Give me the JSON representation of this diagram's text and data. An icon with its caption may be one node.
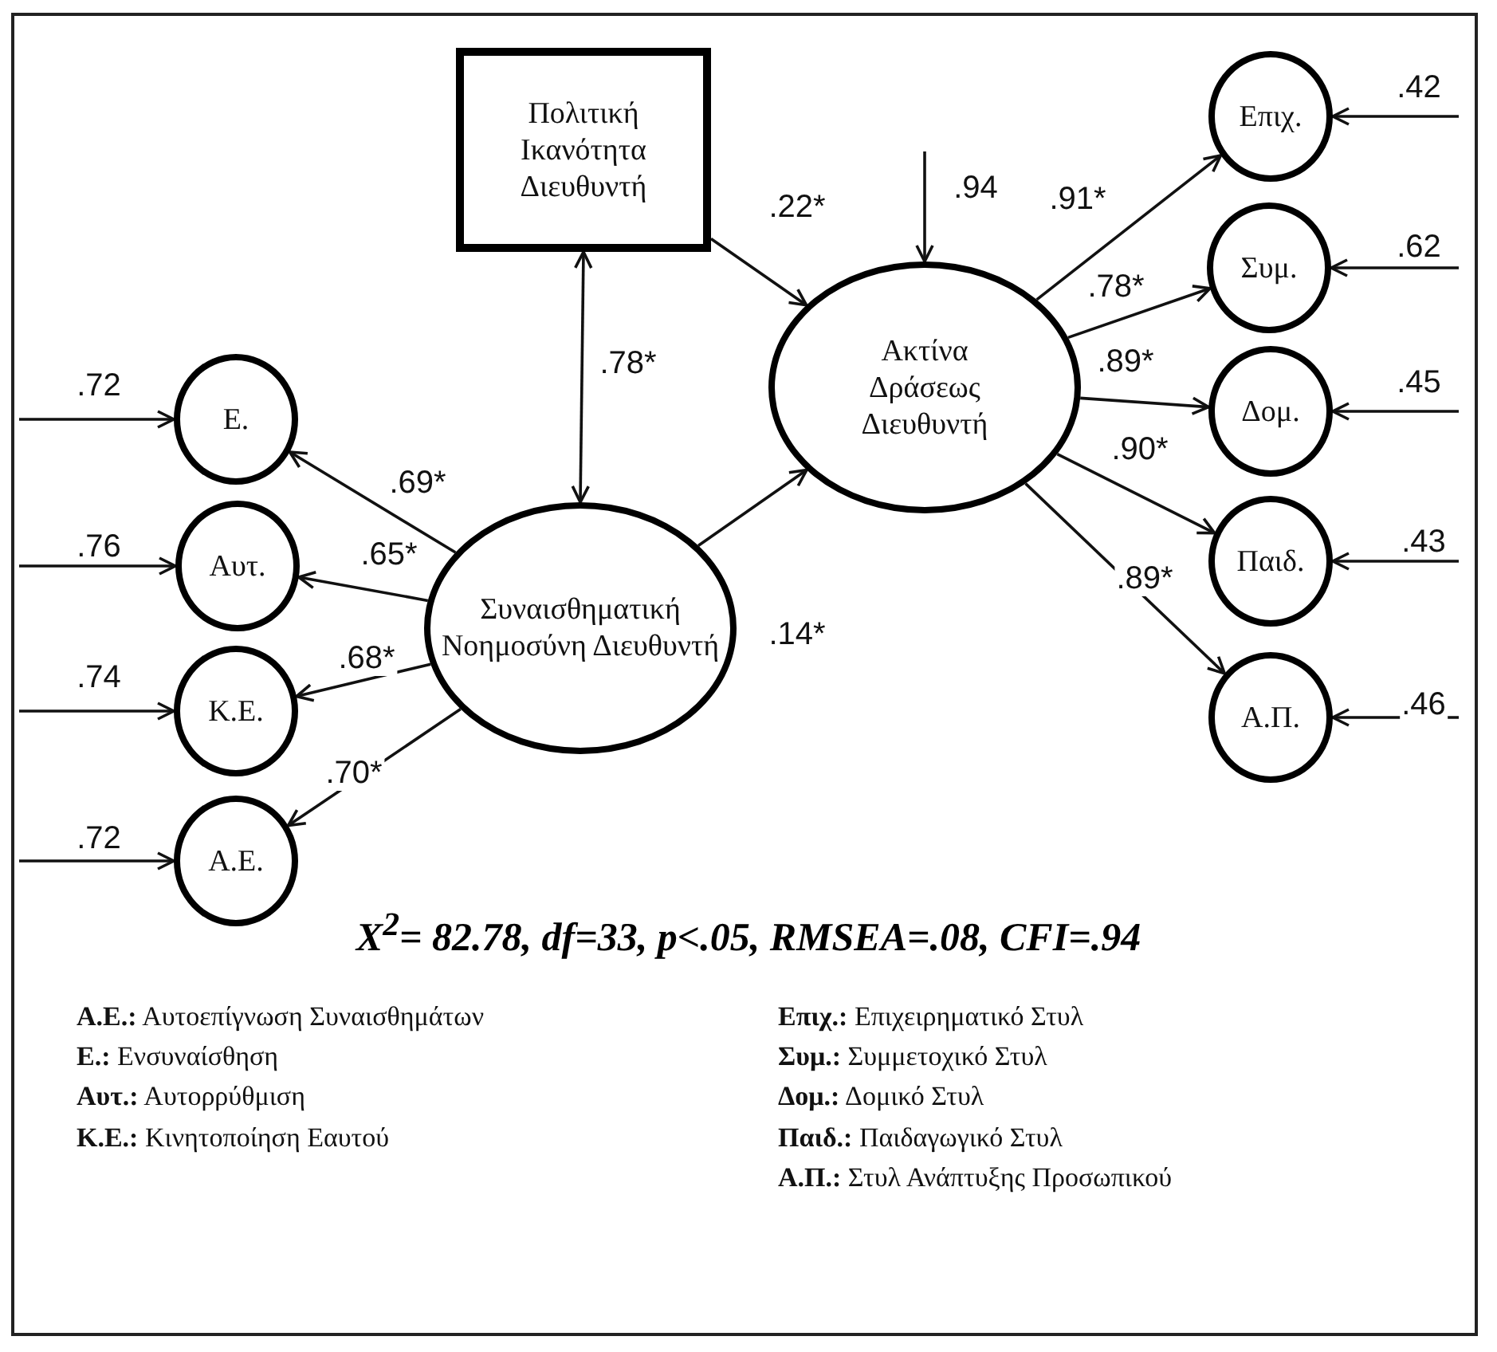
{
  "diagram": {
    "caption": "*X$^{2}$= 82.78, df=33, p<.05, RMSEA=.08, CFI=.94*",
    "nodes": [
      {
        "text": [
          "Πολιτική Ικανότητα Διευθυντή"
        ]
      },
      {
        "text": [
          "Ακτίνα Δράσεως Διευθυντή"
        ]
      },
      {
        "text": [
          "Επιχ."
        ]
      },
      {
        "text": [
          "Συμ."
        ]
      },
      {
        "text": [
          "Δομ."
        ]
      },
      {
        "text": [
          "Παιδ."
        ]
      },
      {
        "text": [
          "Α.Π."
        ]
      },
      {
        "text": [
          "Ε."
        ]
      },
      {
        "text": [
          "Αυτ."
        ]
      },
      {
        "text": [
          "Κ.Ε."
        ]
      },
      {
        "text": [
          "Α.Ε."
        ]
      },
      {
        "text": [
          "Συναισθηματική Νοημοσύνη Διευθυντή"
        ]
      }
    ],
    "edges": [
      {
        "from": 0,
        "to": 1,
        "arrow": "to",
        "label": ".22*"
      },
      {
        "from": null,
        "to": 1,
        "arrow": "to",
        "label": ".94"
      },
      {
        "from": 1,
        "to": 2,
        "arrow": "to",
        "label": ".91*"
      },
      {
        "from": 1,
        "to": 3,
        "arrow": "to",
        "label": ".78*"
      },
      {
        "from": 1,
        "to": 4,
        "arrow": "to",
        "label": ".89*"
      },
      {
        "from": 1,
        "to": 5,
        "arrow": "to",
        "label": ".90*"
      },
      {
        "from": 1,
        "to": 6,
        "arrow": "to",
        "label": ".89*"
      },
      {
        "from": null,
        "to": 2,
        "arrow": "to",
        "label": ".42"
      },
      {
        "from": null,
        "to": 3,
        "arrow": "to",
        "label": ".62"
      },
      {
        "from": null,
        "to": 4,
        "arrow": "to",
        "label": ".45"
      },
      {
        "from": null,
        "to": 5,
        "arrow": "to",
        "label": ".43"
      },
      {
        "from": null,
        "to": 6,
        "arrow": "to",
        "label": ".46"
      },
      {
        "from": 0,
        "to": 11,
        "arrow": "both",
        "label": ".78*"
      },
      {
        "from": 11,
        "to": 7,
        "arrow": "to",
        "label": ".69*"
      },
      {
        "from": 11,
        "to": 8,
        "arrow": "to",
        "label": ".65*"
      },
      {
        "from": 11,
        "to": 9,
        "arrow": "to",
        "label": ".68*"
      },
      {
        "from": 11,
        "to": 10,
        "arrow": "to",
        "label": ".70*"
      },
      {
        "from": null,
        "to": 7,
        "arrow": "to",
        "label": ".72"
      },
      {
        "from": null,
        "to": 8,
        "arrow": "to",
        "label": ".76"
      },
      {
        "from": null,
        "to": 9,
        "arrow": "to",
        "label": ".74"
      },
      {
        "from": null,
        "to": 10,
        "arrow": "to",
        "label": ".72"
      },
      {
        "from": 11,
        "to": 1,
        "arrow": "to",
        "label": ".14*"
      }
    ],
    "labels": [
      "**Α.Ε.:** Αυτοεπίγνωση Συναισθημάτων",
      "**Ε.:** Ενσυναίσθηση",
      "**Αυτ.:** Αυτορρύθμιση",
      "**Κ.Ε.:** Κινητοποίηση Εαυτού",
      "**Επιχ.:** Επιχειρηματικό Στυλ",
      "**Συμ.:** Συμμετοχικό Στυλ",
      "**Δομ.:** Δομικό Στυλ",
      "**Παιδ.:** Παιδαγωγικό Στυλ",
      "**Α.Π.:** Στυλ Ανάπτυξης Προσωπικού"
    ]
  }
}
